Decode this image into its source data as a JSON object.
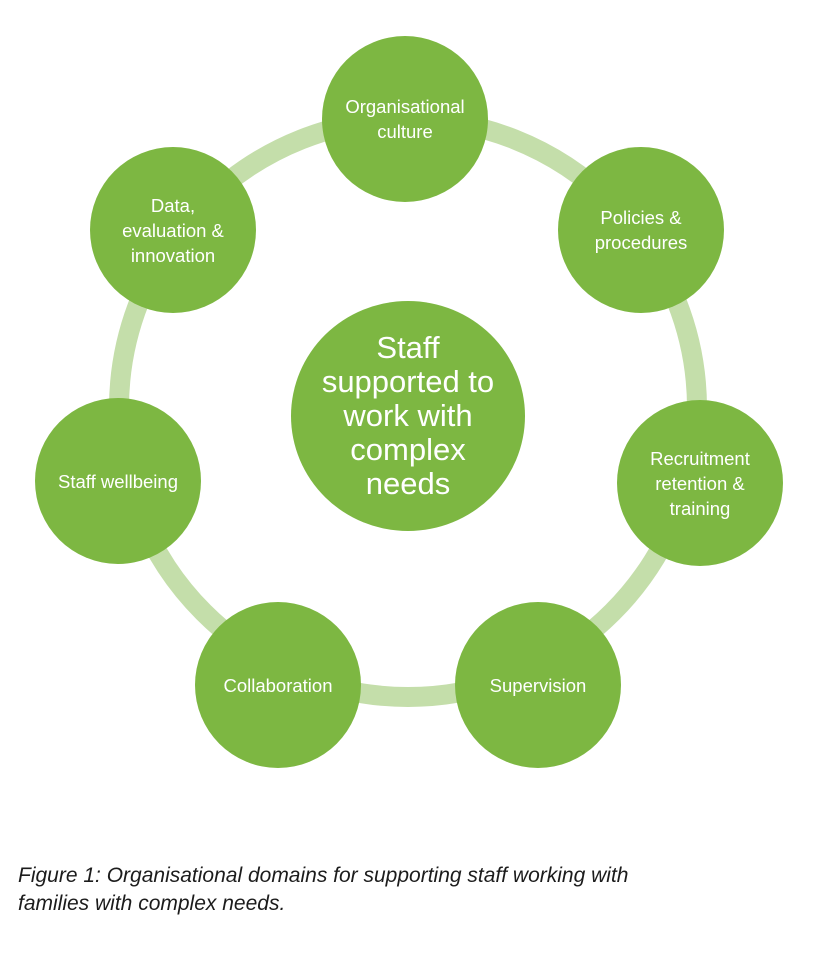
{
  "colors": {
    "node_fill": "#7db742",
    "ring_stroke": "#c4deaa",
    "node_text": "#ffffff",
    "caption_text": "#1c1c1c"
  },
  "center": {
    "label": "Staff\nsupported to\nwork with\ncomplex\nneeds"
  },
  "domains": [
    {
      "label": "Organisational\nculture"
    },
    {
      "label": "Policies &\nprocedures"
    },
    {
      "label": "Recruitment\nretention &\ntraining"
    },
    {
      "label": "Supervision"
    },
    {
      "label": "Collaboration"
    },
    {
      "label": "Staff wellbeing"
    },
    {
      "label": "Data,\nevaluation &\ninnovation"
    }
  ],
  "caption": "Figure 1: Organisational domains for supporting staff working with\nfamilies with complex needs."
}
